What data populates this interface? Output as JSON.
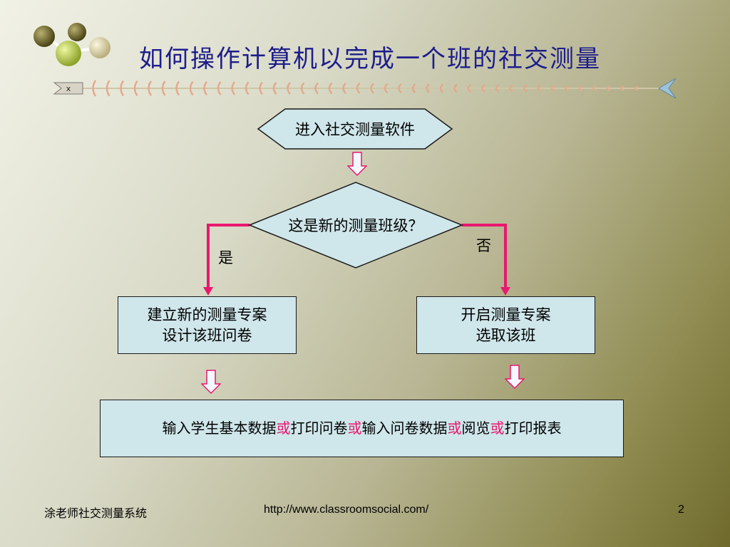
{
  "slide": {
    "title": "如何操作计算机以完成一个班的社交测量"
  },
  "flow": {
    "start": "进入社交测量软件",
    "decision": "这是新的测量班级？",
    "yes_label": "是",
    "no_label": "否",
    "left_box": {
      "line1": "建立新的测量专案",
      "line2": "设计该班问卷"
    },
    "right_box": {
      "line1": "开启测量专案",
      "line2": "选取该班"
    },
    "bottom_box": {
      "seg1": "输入学生基本数据",
      "or1": "或",
      "seg2": "打印问卷",
      "or2": "或",
      "seg3": "输入问卷数据",
      "or3": "或",
      "seg4": "阅览",
      "or4": "或",
      "seg5": "打印报表"
    }
  },
  "footer": {
    "author": "涂老师社交测量系统",
    "url": "http://www.classroomsocial.com/",
    "page": "2"
  },
  "colors": {
    "title": "#1d1d8c",
    "box_fill": "#cfe6ea",
    "connector": "#e8186e",
    "or_text": "#e8186e"
  },
  "icons": [
    "molecule-logo-icon",
    "fishbone-divider-icon",
    "down-arrow-icon"
  ]
}
